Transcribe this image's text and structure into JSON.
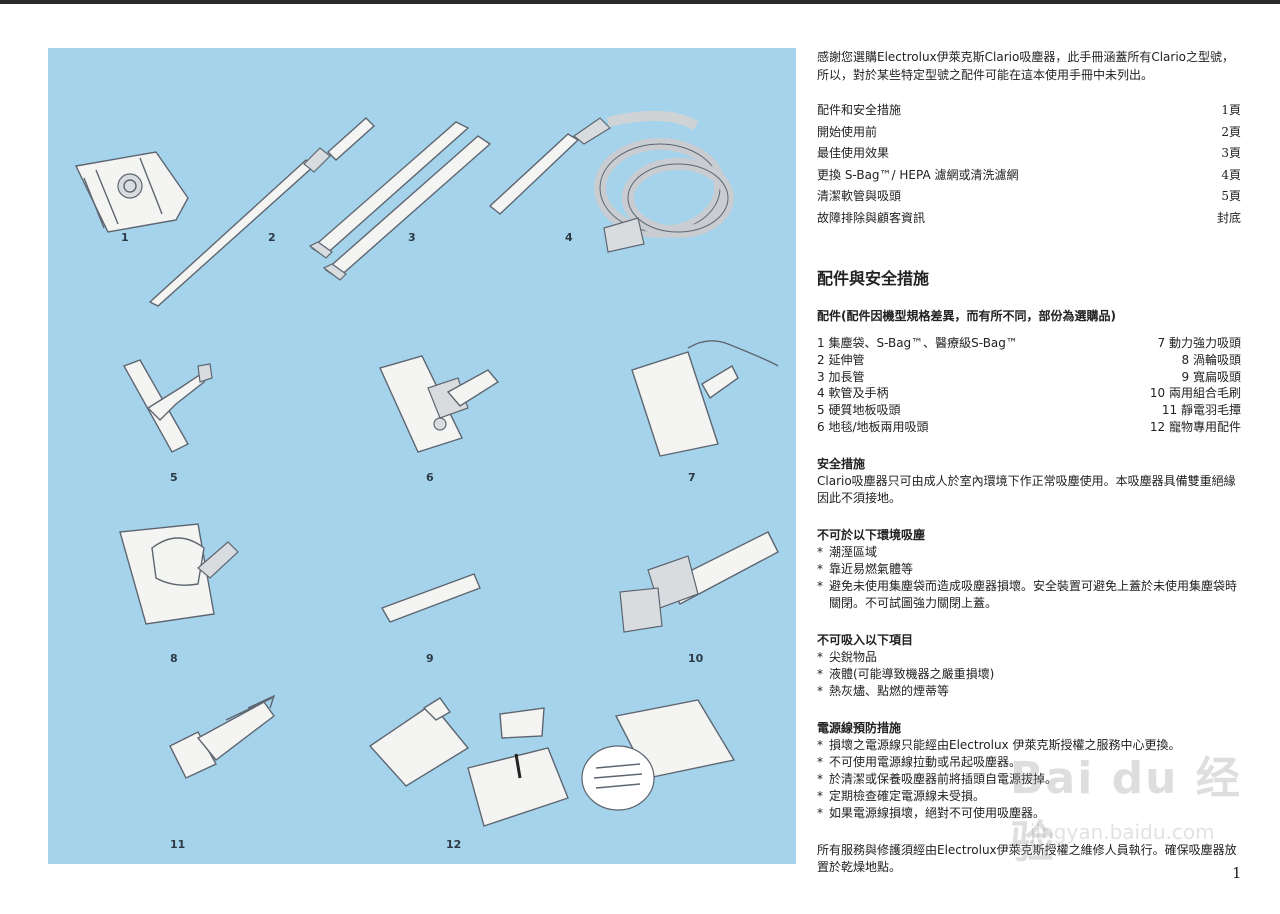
{
  "intro": "感謝您選購Electrolux伊萊克斯Clario吸塵器，此手冊涵蓋所有Clario之型號，所以，對於某些特定型號之配件可能在這本使用手冊中未列出。",
  "toc": [
    {
      "label": "配件和安全措施",
      "page": "1頁"
    },
    {
      "label": "開始使用前",
      "page": "2頁"
    },
    {
      "label": "最佳使用效果",
      "page": "3頁"
    },
    {
      "label": "更換  S-Bag™/ HEPA 濾網或清洗濾網",
      "page": "4頁"
    },
    {
      "label": "清潔軟管與吸頭",
      "page": "5頁"
    },
    {
      "label": "故障排除與顧客資訊",
      "page": "封底"
    }
  ],
  "heading": "配件與安全措施",
  "accessories_title": "配件(配件因機型規格差異，而有所不同，部份為選購品)",
  "parts_left": [
    "1 集塵袋、S-Bag™、醫療級S-Bag™",
    "2 延伸管",
    "3 加長管",
    "4 軟管及手柄",
    "5 硬質地板吸頭",
    "6 地毯/地板兩用吸頭"
  ],
  "parts_right": [
    "7 動力強力吸頭",
    "8 渦輪吸頭",
    "9 寬扁吸頭",
    "10 兩用組合毛刷",
    "11 靜電羽毛撢",
    "12 寵物專用配件"
  ],
  "safety_title": "安全措施",
  "safety_text": "Clario吸塵器只可由成人於室內環境下作正常吸塵使用。本吸塵器具備雙重絕緣因此不須接地。",
  "env_title": "不可於以下環境吸塵",
  "env_items": [
    "潮溼區域",
    "靠近易燃氣體等",
    "避免未使用集塵袋而造成吸塵器損壞。安全裝置可避免上蓋於未使用集塵袋時關閉。不可試圖強力關閉上蓋。"
  ],
  "suction_title": "不可吸入以下項目",
  "suction_items": [
    "尖銳物品",
    "液體(可能導致機器之嚴重損壞)",
    "熱灰燼、點燃的煙蒂等"
  ],
  "cord_title": "電源線預防措施",
  "cord_items": [
    "損壞之電源線只能經由Electrolux 伊萊克斯授權之服務中心更換。",
    "不可使用電源線拉動或吊起吸塵器。",
    "於清潔或保養吸塵器前將插頭自電源拔掉。",
    "定期檢查確定電源線未受損。",
    "如果電源線損壞，絕對不可使用吸塵器。"
  ],
  "footer_note": "所有服務與修護須經由Electrolux伊萊克斯授權之維修人員執行。確保吸塵器放置於乾燥地點。",
  "page_number": "1",
  "figure_numbers": [
    "1",
    "2",
    "3",
    "4",
    "5",
    "6",
    "7",
    "8",
    "9",
    "10",
    "11",
    "12"
  ],
  "watermark": "Bai du 经验",
  "watermark_url": "jingyan.baidu.com",
  "colors": {
    "panel": "#a6d3ec",
    "text": "#222222"
  }
}
